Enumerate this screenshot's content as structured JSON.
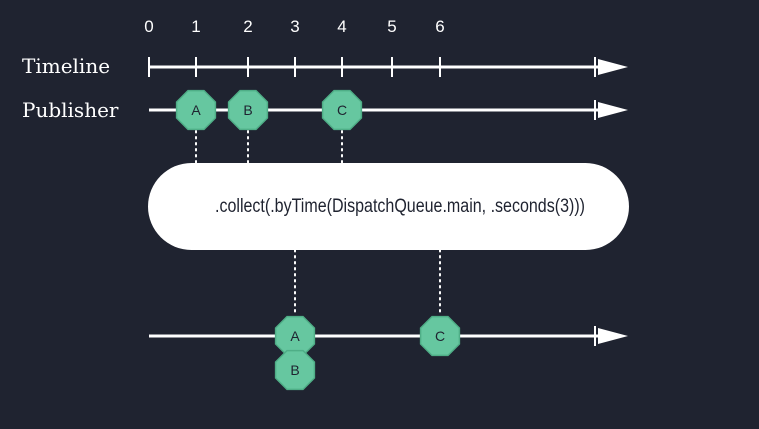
{
  "diagram": {
    "colors": {
      "background": "#1f2330",
      "line": "#ffffff",
      "marble_fill": "#66c7a0",
      "marble_stroke": "#4fae87",
      "operator_fill": "#ffffff",
      "text_dark": "#1f2330"
    },
    "ticks": [
      "0",
      "1",
      "2",
      "3",
      "4",
      "5",
      "6"
    ],
    "rows": {
      "timeline_label": "Timeline",
      "publisher_label": "Publisher"
    },
    "operator_label": ".collect(.byTime(DispatchQueue.main, .seconds(3)))",
    "publisher_events": [
      {
        "label": "A",
        "time": 1
      },
      {
        "label": "B",
        "time": 2
      },
      {
        "label": "C",
        "time": 4
      }
    ],
    "output_events": [
      {
        "labels": [
          "A",
          "B"
        ],
        "time": 3
      },
      {
        "labels": [
          "C"
        ],
        "time": 6
      }
    ]
  }
}
